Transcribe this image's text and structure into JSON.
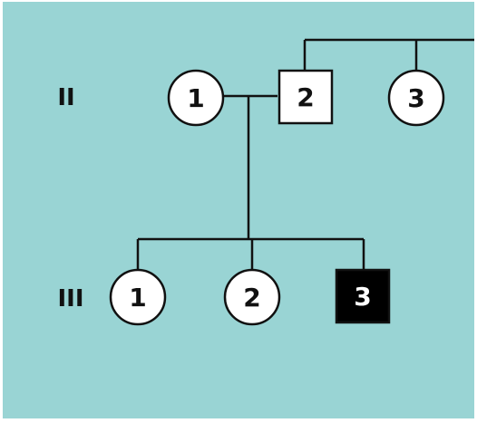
{
  "colors": {
    "background": "#99d4d4",
    "line": "#111111",
    "unaffected_fill": "#ffffff",
    "affected_fill": "#000000",
    "affected_text": "#ffffff"
  },
  "generations": {
    "gen2_label": "II",
    "gen3_label": "III"
  },
  "individuals": {
    "ii1": {
      "number": "1",
      "sex": "female",
      "affected": false
    },
    "ii2": {
      "number": "2",
      "sex": "male",
      "affected": false
    },
    "ii3": {
      "number": "3",
      "sex": "female",
      "affected": false
    },
    "iii1": {
      "number": "1",
      "sex": "female",
      "affected": false
    },
    "iii2": {
      "number": "2",
      "sex": "female",
      "affected": false
    },
    "iii3": {
      "number": "3",
      "sex": "male",
      "affected": true
    }
  }
}
